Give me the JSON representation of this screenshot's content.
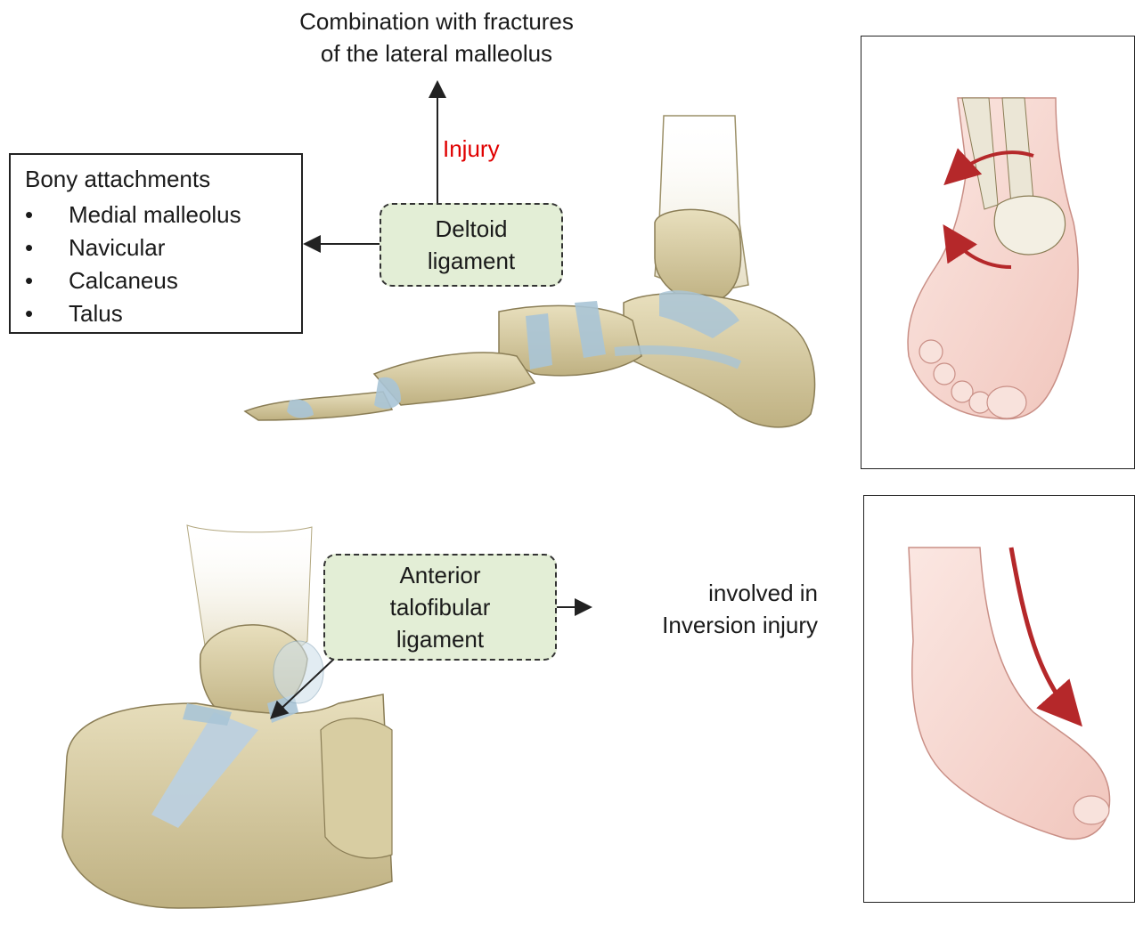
{
  "top_caption": {
    "line1": "Combination with fractures",
    "line2": "of the lateral malleolus"
  },
  "injury_label": "Injury",
  "bony_attachments": {
    "title": "Bony attachments",
    "items": [
      "Medial malleolus",
      "Navicular",
      "Calcaneus",
      "Talus"
    ]
  },
  "deltoid_box": {
    "line1": "Deltoid",
    "line2": "ligament"
  },
  "atfl_box": {
    "line1": "Anterior",
    "line2": "talofibular",
    "line3": "ligament"
  },
  "involved_text": {
    "line1": "involved in",
    "line2": "Inversion injury"
  },
  "colors": {
    "label_fill": "#e3eed6",
    "injury_text": "#e00000",
    "bone": "#d9cfa4",
    "ligament": "#a9c4d6",
    "skin": "#f6d9d3",
    "arrow_red": "#c0392b"
  }
}
